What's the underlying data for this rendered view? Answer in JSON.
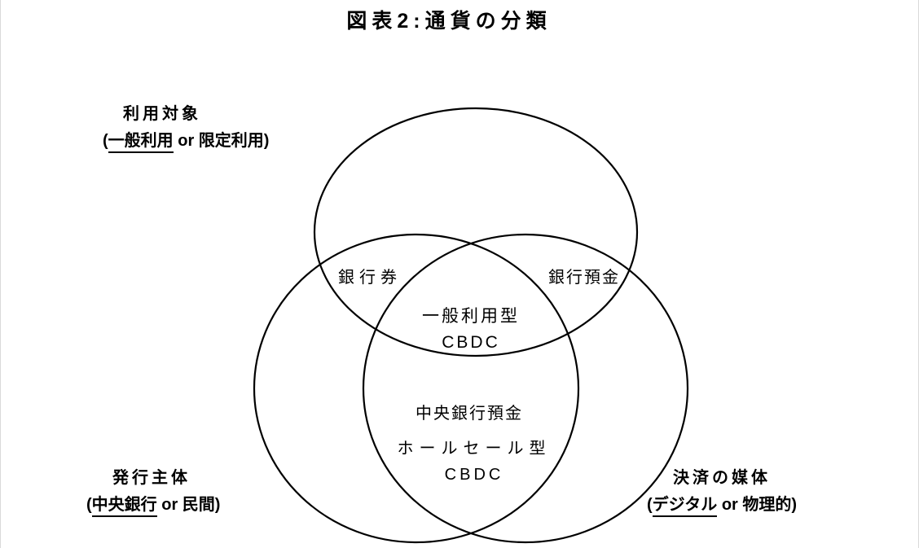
{
  "title": "図表2:通貨の分類",
  "axis_labels": {
    "usage": {
      "title": "利用対象",
      "prefix": "(",
      "underlined": "一般利用",
      "rest": " or 限定利用)"
    },
    "issuer": {
      "title": "発行主体",
      "prefix": "(",
      "underlined": "中央銀行",
      "rest": " or 民間)"
    },
    "medium": {
      "title": "決済の媒体",
      "prefix": "(",
      "underlined": "デジタル",
      "rest": " or 物理的)"
    }
  },
  "regions": {
    "banknotes": "銀行券",
    "bank_deposits": "銀行預金",
    "general_cbdc_line1": "一般利用型",
    "general_cbdc_line2": "CBDC",
    "central_bank_deposits": "中央銀行預金",
    "wholesale_cbdc_line1": "ホールセール型",
    "wholesale_cbdc_line2": "CBDC"
  },
  "colors": {
    "circle_stroke": "#000000",
    "text": "#000000",
    "page_edge": "#d9d9d9"
  }
}
